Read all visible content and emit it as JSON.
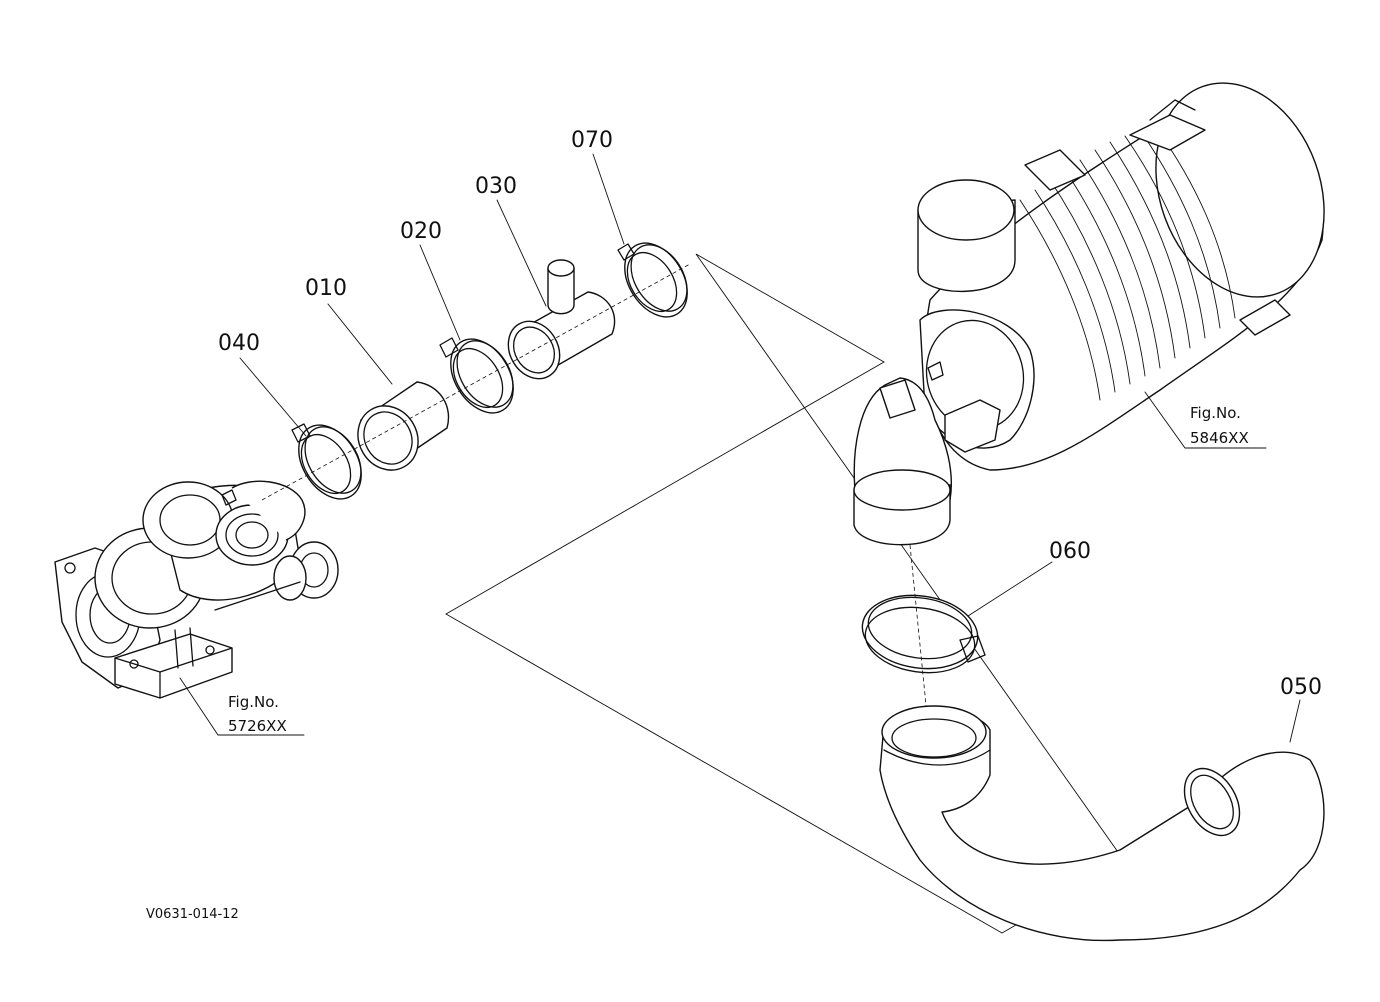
{
  "diagram": {
    "code": "V0631-014-12",
    "parts": [
      {
        "id": "p010",
        "number": "010"
      },
      {
        "id": "p020",
        "number": "020"
      },
      {
        "id": "p030",
        "number": "030"
      },
      {
        "id": "p040",
        "number": "040"
      },
      {
        "id": "p050",
        "number": "050"
      },
      {
        "id": "p060",
        "number": "060"
      },
      {
        "id": "p070",
        "number": "070"
      }
    ],
    "references": [
      {
        "label": "Fig.No.",
        "number": "5726XX"
      },
      {
        "label": "Fig.No.",
        "number": "5846XX"
      }
    ]
  }
}
